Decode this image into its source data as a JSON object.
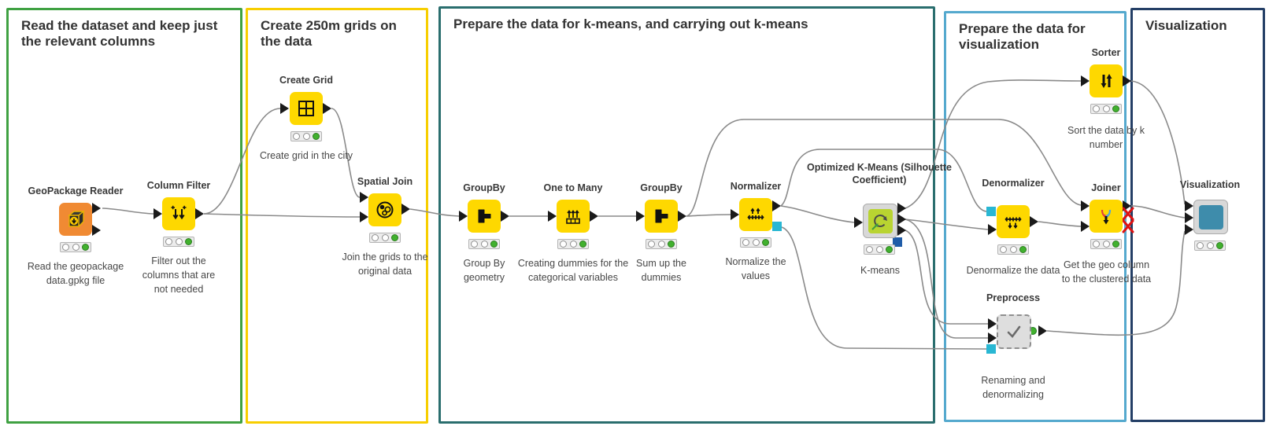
{
  "groups": {
    "read": {
      "label": "Read the dataset and keep just the relevant columns",
      "color": "#3fa142"
    },
    "grids": {
      "label": "Create 250m grids on the data",
      "color": "#f7ce00"
    },
    "kmeans": {
      "label": "Prepare the data for k-means, and carrying out k-means",
      "color": "#2a6e6e"
    },
    "viz_prep": {
      "label": "Prepare the data for visualization",
      "color": "#55a9ce"
    },
    "viz": {
      "label": "Visualization",
      "color": "#243f66"
    }
  },
  "nodes": {
    "geopackage_reader": {
      "title": "GeoPackage Reader",
      "caption": "Read the geopackage data.gpkg file",
      "icon": "cube-download-icon",
      "status": "executed"
    },
    "column_filter": {
      "title": "Column Filter",
      "caption": "Filter out the columns that are not needed",
      "icon": "column-filter-arrows-icon",
      "status": "executed"
    },
    "create_grid": {
      "title": "Create Grid",
      "caption": "Create grid in the city",
      "icon": "grid-icon",
      "status": "executed"
    },
    "spatial_join": {
      "title": "Spatial Join",
      "caption": "Join the grids to the original data",
      "icon": "spatial-overlay-circle-icon",
      "status": "executed"
    },
    "groupby_1": {
      "title": "GroupBy",
      "caption": "Group By geometry",
      "icon": "groupby-bracket-icon",
      "status": "executed"
    },
    "one_to_many": {
      "title": "One to Many",
      "caption": "Creating dummies for the categorical variables",
      "icon": "one-to-many-arrows-icon",
      "status": "executed"
    },
    "groupby_2": {
      "title": "GroupBy",
      "caption": "Sum up the dummies",
      "icon": "groupby-bracket-icon",
      "status": "executed"
    },
    "normalizer": {
      "title": "Normalizer",
      "caption": "Normalize the values",
      "icon": "axis-up-arrows-icon",
      "status": "executed"
    },
    "kmeans_component": {
      "title": "Optimized K-Means (Silhouette\nCoefficient)",
      "caption": "K-means",
      "icon": "loop-arrow-icon",
      "status": "executed"
    },
    "sorter": {
      "title": "Sorter",
      "caption": "Sort the data by k number",
      "icon": "sort-updown-arrows-icon",
      "status": "executed"
    },
    "denormalizer": {
      "title": "Denormalizer",
      "caption": "Denormalize the data",
      "icon": "axis-down-arrows-icon",
      "status": "executed"
    },
    "joiner": {
      "title": "Joiner",
      "caption": "Get the geo column to the clustered data",
      "icon": "merge-arrows-icon",
      "status": "executed",
      "disabled_output_ports": 2
    },
    "preprocess": {
      "title": "Preprocess",
      "caption": "Renaming and denormalizing",
      "icon": "checkmark-icon",
      "status": "executed"
    },
    "visualization": {
      "title": "Visualization",
      "caption": "",
      "icon": "teal-view-icon",
      "status": "executed"
    }
  },
  "colors": {
    "node_yellow": "#fed800",
    "node_orange": "#f08a33",
    "component_green": "#b9d431",
    "component_teal": "#3e8cab",
    "status_green": "#41b12e",
    "model_port_cyan": "#29b7d3",
    "port_blue": "#1f5ca8",
    "wire_grey": "#8a8a8a",
    "disabled_red": "#dd1111"
  }
}
